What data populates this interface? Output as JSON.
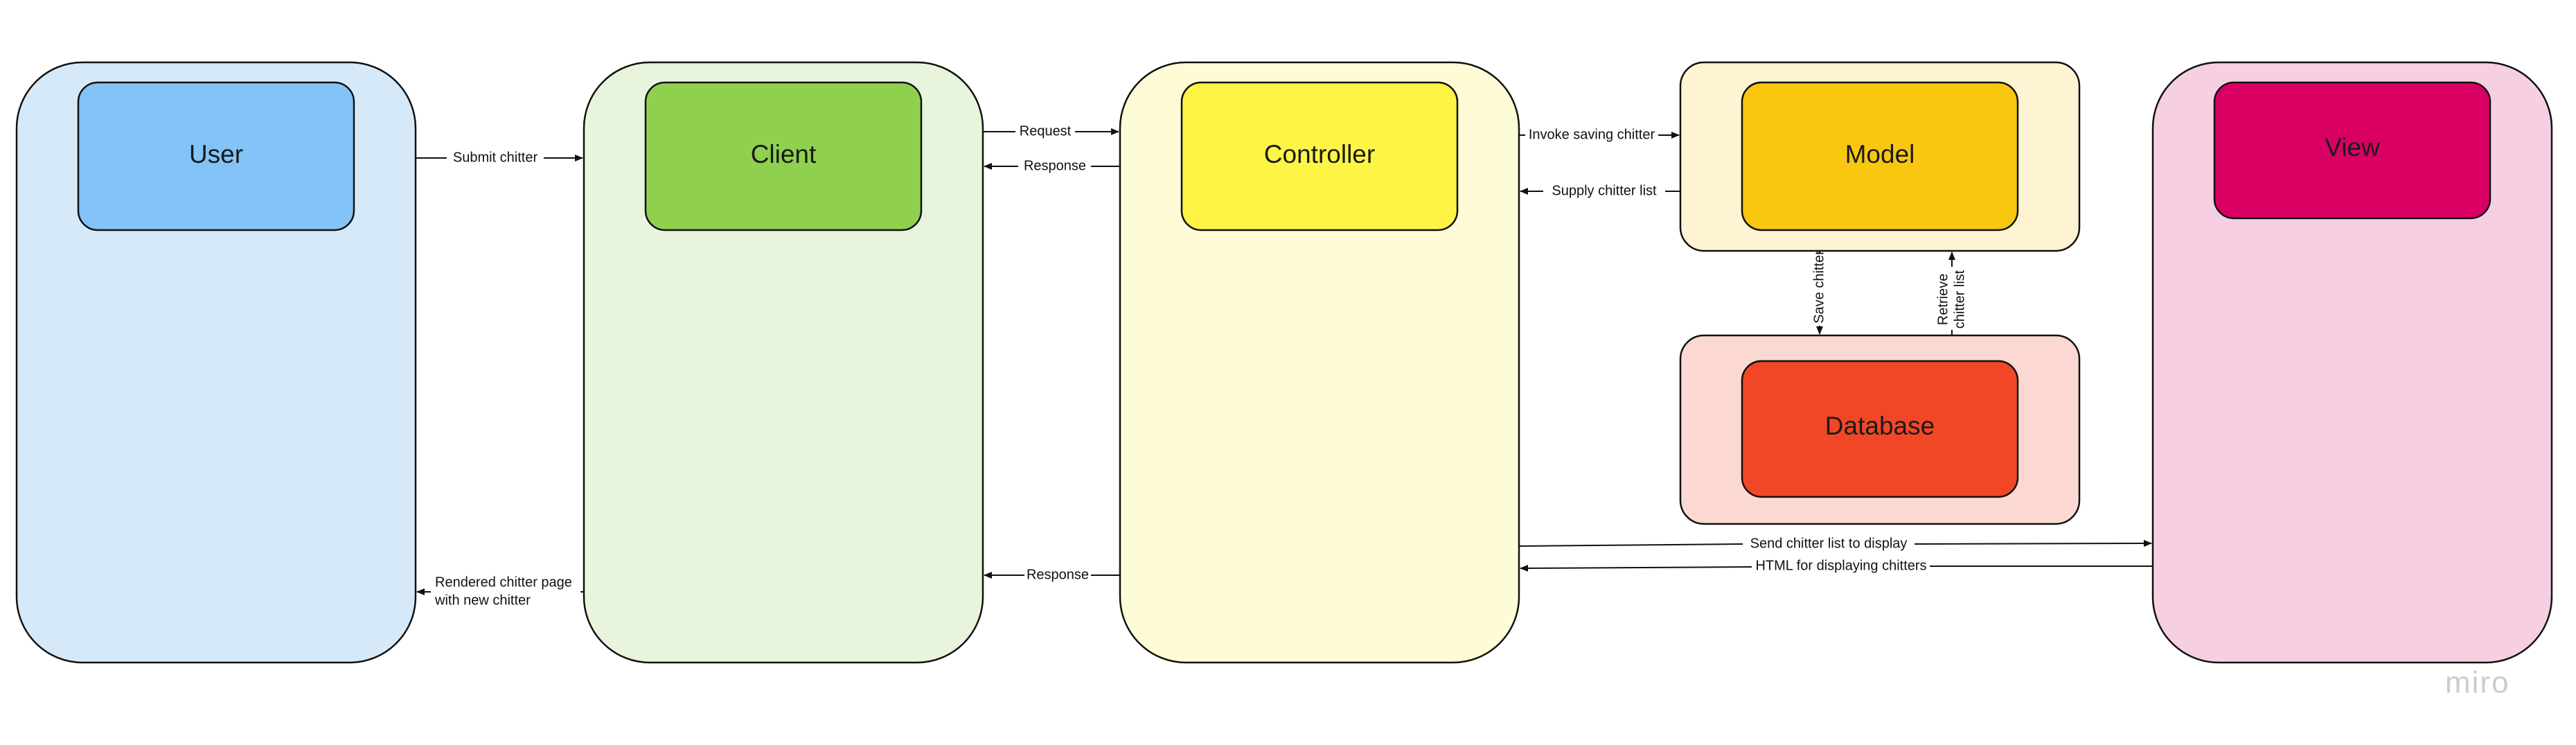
{
  "colors": {
    "stroke": "#111111",
    "user_outer": "#d6e9f9",
    "user_inner": "#83c3f7",
    "client_outer": "#e8f5dc",
    "client_inner": "#8fd14f",
    "controller_outer": "#fefcd6",
    "controller_inner": "#fef445",
    "model_outer": "#fef4d3",
    "model_inner": "#fac710",
    "database_outer": "#fbd9d2",
    "database_inner": "#f24726",
    "view_outer": "#f6cfe2",
    "view_inner": "#da0063",
    "watermark": "#c8ccd2"
  },
  "nodes": {
    "user": "User",
    "client": "Client",
    "controller": "Controller",
    "model": "Model",
    "database": "Database",
    "view": "View"
  },
  "edges": {
    "submit_chitter": "Submit chitter",
    "request": "Request",
    "response_top": "Response",
    "invoke_saving": "Invoke saving chitter",
    "supply_list": "Supply chitter list",
    "save_chitter": "Save chitter",
    "retrieve_line1": "Retrieve",
    "retrieve_line2": "chitter list",
    "response_bottom": "Response",
    "rendered_line1": "Rendered chitter page",
    "rendered_line2": "with new chitter",
    "send_list": "Send chitter list to display",
    "html_display": "HTML for displaying chitters"
  },
  "watermark": "miro"
}
